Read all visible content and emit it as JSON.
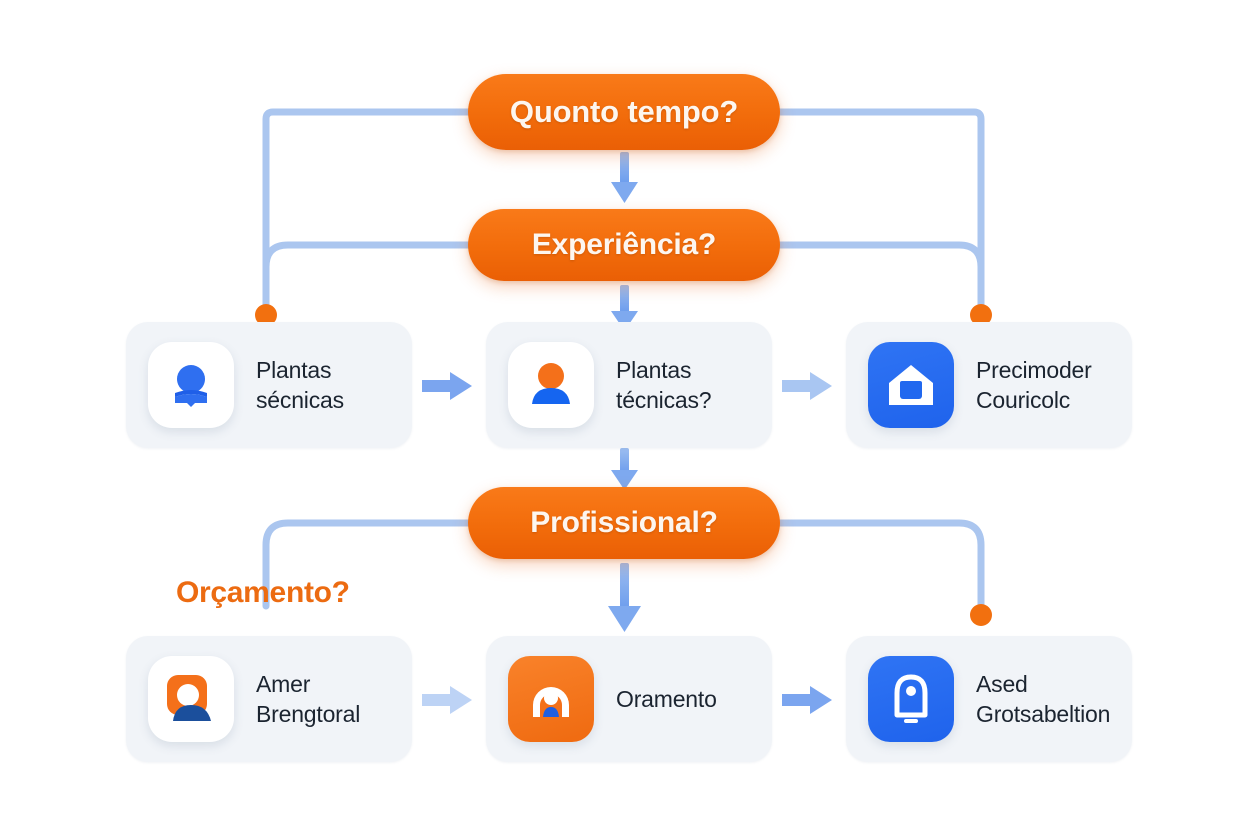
{
  "diagram": {
    "title_pills": [
      {
        "id": "pill-quanto-tempo",
        "label": "Quonto tempo?"
      },
      {
        "id": "pill-experiencia",
        "label": "Experiência?"
      },
      {
        "id": "pill-profissional",
        "label": "Profissional?"
      }
    ],
    "free_label": "Orçamento?",
    "rows": [
      {
        "id": "row-middle",
        "cards": [
          {
            "id": "card-plantas-secnicas",
            "icon": "bell-person-icon",
            "tile": "white",
            "line1": "Plantas",
            "line2": "sécnicas"
          },
          {
            "id": "card-plantas-tecnicas",
            "icon": "user-avatar-icon",
            "tile": "white",
            "line1": "Plantas",
            "line2": "técnicas?"
          },
          {
            "id": "card-precimoder-couricolc",
            "icon": "house-icon",
            "tile": "blue",
            "line1": "Precimoder",
            "line2": "Couricolc"
          }
        ]
      },
      {
        "id": "row-bottom",
        "cards": [
          {
            "id": "card-amer-brengtoral",
            "icon": "contact-person-icon",
            "tile": "white-orange",
            "line1": "Amer",
            "line2": "Brengtoral"
          },
          {
            "id": "card-oramento",
            "icon": "support-agent-icon",
            "tile": "orange",
            "line1": "Oramento",
            "line2": ""
          },
          {
            "id": "card-ased-grotsabeltion",
            "icon": "bell-tag-icon",
            "tile": "blue",
            "line1": "Ased",
            "line2": "Grotsabeltion"
          }
        ]
      }
    ],
    "connector_arrows": [
      {
        "id": "arrow-r2-left-to-mid",
        "direction": "right"
      },
      {
        "id": "arrow-r2-mid-to-right",
        "direction": "right"
      },
      {
        "id": "arrow-r3-left-to-mid",
        "direction": "right"
      },
      {
        "id": "arrow-r3-mid-to-right",
        "direction": "right"
      },
      {
        "id": "arrow-pill1-to-pill2",
        "direction": "down"
      },
      {
        "id": "arrow-pill2-to-cards",
        "direction": "down"
      },
      {
        "id": "arrow-cards-to-pill3",
        "direction": "down"
      },
      {
        "id": "arrow-pill3-to-bottom",
        "direction": "down"
      }
    ],
    "endpoint_dots": 4
  },
  "colors": {
    "canvas": "#ffffff",
    "pill_orange": "#f26c0b",
    "accent_orange": "#ec6b11",
    "wire_blue": "#aac6ef",
    "arrow_blue": "#6fa0ee",
    "tile_blue": "#2168ef",
    "card_bg": "#f1f4f8",
    "text_dark": "#1b2430"
  }
}
